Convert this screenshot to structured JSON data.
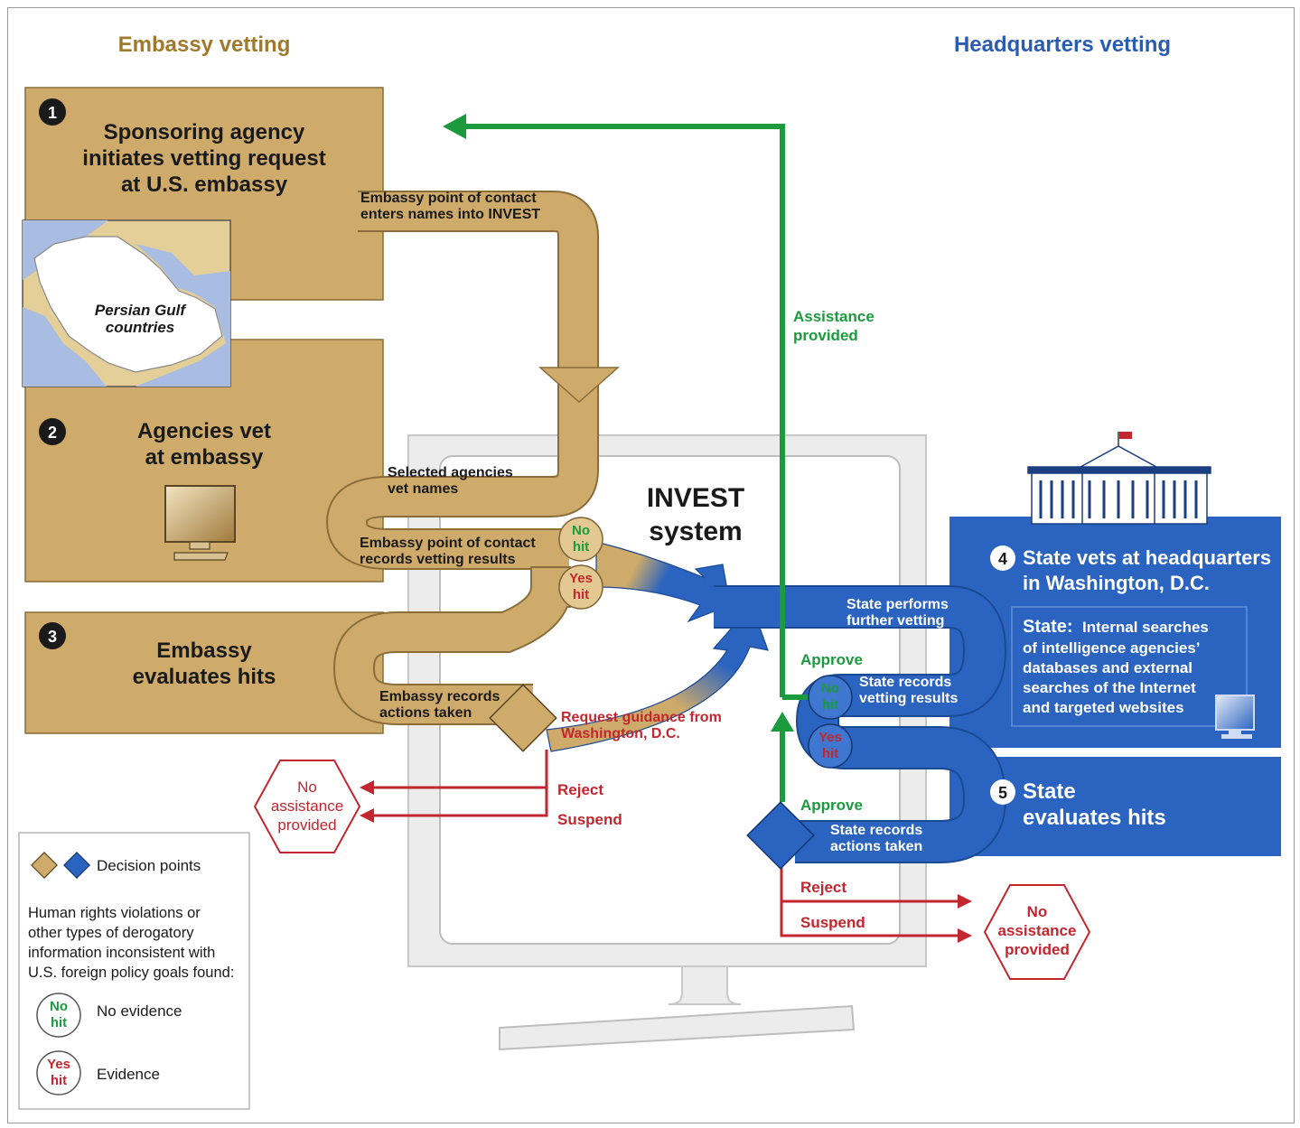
{
  "headers": {
    "embassy": "Embassy vetting",
    "headquarters": "Headquarters vetting"
  },
  "steps": {
    "s1": {
      "num": "1",
      "line1": "Sponsoring agency",
      "line2": "initiates vetting request",
      "line3": "at U.S. embassy"
    },
    "s2": {
      "num": "2",
      "line1": "Agencies vet",
      "line2": "at embassy"
    },
    "s3": {
      "num": "3",
      "line1": "Embassy",
      "line2": "evaluates hits"
    },
    "s4": {
      "num": "4",
      "line1": "State vets at headquarters",
      "line2": "in Washington, D.C."
    },
    "s5": {
      "num": "5",
      "line1": "State",
      "line2": "evaluates hits"
    }
  },
  "map": {
    "line1": "Persian Gulf",
    "line2": "countries"
  },
  "state_box": {
    "lead": "State:",
    "line1": "Internal searches",
    "line2": "of intelligence agencies’",
    "line3": "databases and external",
    "line4": "searches of the Internet",
    "line5": "and targeted websites"
  },
  "invest": {
    "line1": "INVEST",
    "line2": "system"
  },
  "flow": {
    "enter1": "Embassy point of contact",
    "enter2": "enters names into INVEST",
    "selected1": "Selected agencies",
    "selected2": "vet names",
    "records1": "Embassy point of contact",
    "records2": "records vetting results",
    "emb_actions1": "Embassy records",
    "emb_actions2": "actions taken",
    "guidance1": "Request guidance from",
    "guidance2": "Washington, D.C.",
    "further1": "State performs",
    "further2": "further vetting",
    "state_records1": "State records",
    "state_records2": "vetting results",
    "state_actions1": "State records",
    "state_actions2": "actions taken",
    "assist1": "Assistance",
    "assist2": "provided",
    "approve_top": "Approve",
    "approve_bottom": "Approve",
    "reject_left": "Reject",
    "suspend_left": "Suspend",
    "reject_right": "Reject",
    "suspend_right": "Suspend"
  },
  "hits": {
    "no1": "No",
    "no2": "hit",
    "yes1": "Yes",
    "yes2": "hit"
  },
  "no_assist": {
    "line1": "No",
    "line2": "assistance",
    "line3": "provided"
  },
  "legend": {
    "decision": "Decision points",
    "desc1": "Human rights violations or",
    "desc2": "other types of derogatory",
    "desc3": "information inconsistent with",
    "desc4": "U.S. foreign policy goals found:",
    "no_evidence": "No evidence",
    "evidence": "Evidence"
  },
  "colors": {
    "tan": "#cfab6b",
    "tan_light": "#e3c991",
    "tan_dark": "#8a6d3a",
    "blue": "#2b64c0",
    "blue_dark": "#1b4a94",
    "green": "#1c9a3e",
    "red": "#c2262e",
    "header_tan": "#a07a2c",
    "header_blue": "#2a5cb2"
  }
}
